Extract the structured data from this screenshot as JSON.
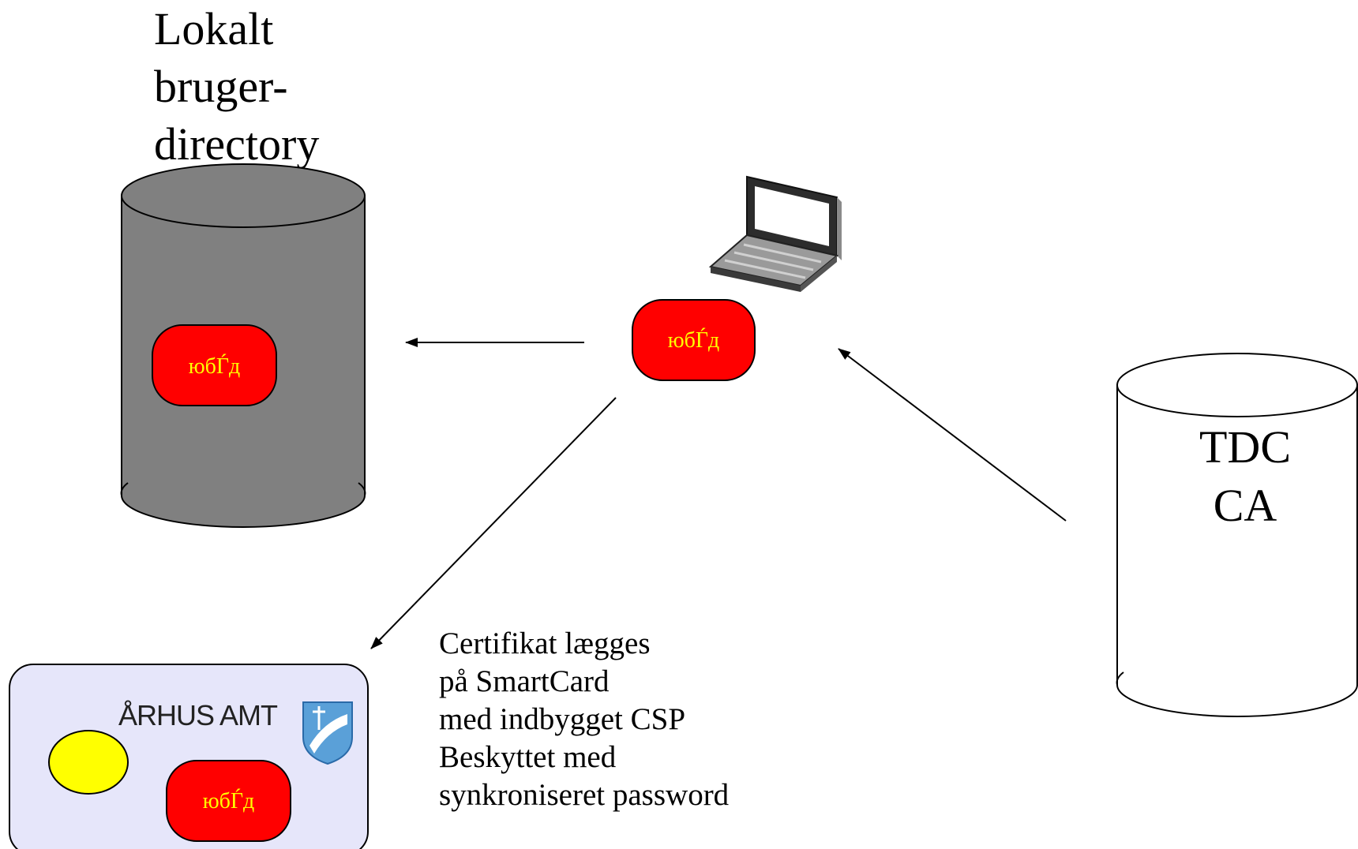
{
  "directory_label": [
    "Lokalt",
    "bruger-",
    "directory"
  ],
  "ca_label": [
    "TDC",
    "CA"
  ],
  "certificate_label": "юбЃд",
  "card": {
    "org_name": "ÅRHUS AMT",
    "crest_icon": "arhus-amt-crest-icon"
  },
  "description": [
    "Certifikat lægges",
    "på SmartCard",
    "med indbygget CSP",
    "Beskyttet med",
    "synkroniseret password"
  ],
  "colors": {
    "directory_cylinder": "#808080",
    "certificate": "#ff0000",
    "certificate_text": "#ffff00",
    "card_background": "#e6e6fa",
    "chip": "#ffff00",
    "crest": "#5aa0d8"
  }
}
